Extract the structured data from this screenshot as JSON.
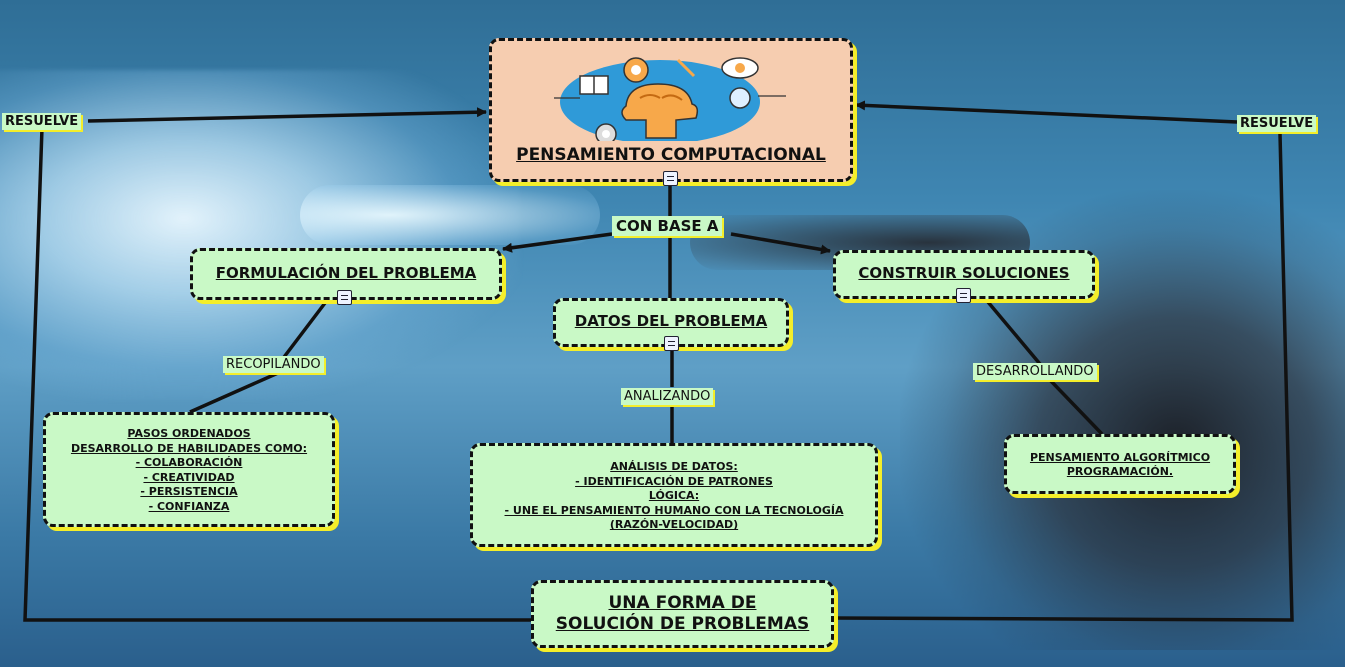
{
  "colors": {
    "node_fill": "#c9f9c6",
    "node_shadow": "#f4ee2a",
    "root_fill": "#f6cdb0",
    "line": "#111111"
  },
  "root": {
    "title": "PENSAMIENTO COMPUTACIONAL",
    "icon": "computational-thinking-illustration"
  },
  "connectors": {
    "con_base_a": "CON BASE A",
    "resuelve_left": "RESUELVE",
    "resuelve_right": "RESUELVE",
    "recopilando": "RECOPILANDO",
    "analizando": "ANALIZANDO",
    "desarrollando": "DESARROLLANDO"
  },
  "nodes": {
    "formulacion": "FORMULACIÓN DEL PROBLEMA",
    "construir": "CONSTRUIR SOLUCIONES",
    "datos": "DATOS DEL PROBLEMA",
    "pasos": [
      "PASOS ORDENADOS",
      "DESARROLLO DE HABILIDADES COMO:",
      "- COLABORACIÓN",
      "- CREATIVIDAD",
      "- PERSISTENCIA",
      "- CONFIANZA"
    ],
    "analisis": [
      "ANÁLISIS DE DATOS:",
      "- IDENTIFICACIÓN DE PATRONES",
      "LÓGICA:",
      "- UNE EL PENSAMIENTO HUMANO CON LA TECNOLOGÍA",
      "(RAZÓN-VELOCIDAD)"
    ],
    "pensamiento": [
      "PENSAMIENTO ALGORÍTMICO",
      "PROGRAMACIÓN."
    ],
    "solucion": [
      "UNA FORMA DE",
      "SOLUCIÓN DE PROBLEMAS"
    ]
  }
}
